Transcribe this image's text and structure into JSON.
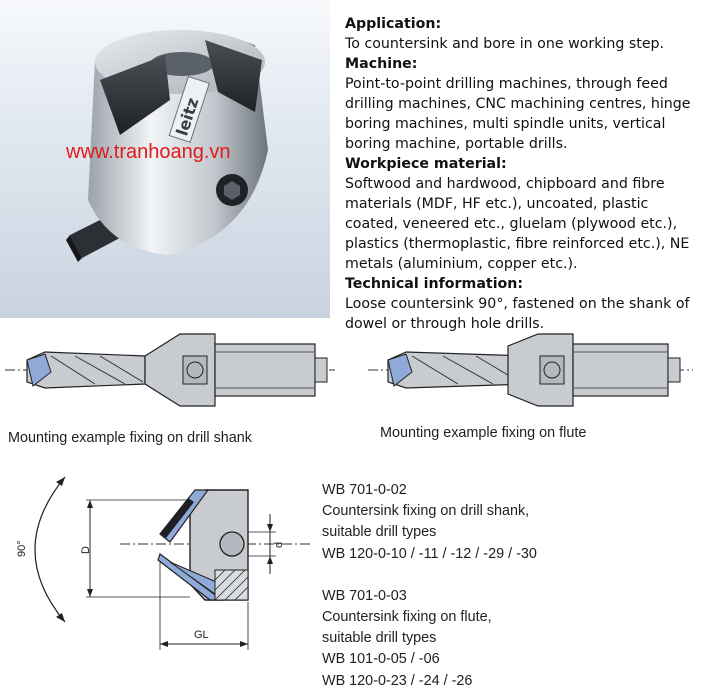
{
  "watermark": "www.tranhoang.vn",
  "logo_text": "leitz",
  "description": {
    "application_heading": "Application:",
    "application_text": "To countersink and bore in one working step.",
    "machine_heading": "Machine:",
    "machine_text": "Point-to-point drilling machines, through feed drilling machines, CNC machining centres, hinge boring machines, multi spindle units, vertical boring machine, portable drills.",
    "workpiece_heading": "Workpiece material:",
    "workpiece_text": "Softwood and hardwood, chipboard and fibre materials (MDF, HF etc.), uncoated, plastic coated, veneered etc., gluelam (plywood etc.), plastics (thermoplastic, fibre reinforced etc.), NE metals (aluminium, copper etc.).",
    "technical_heading": "Technical information:",
    "technical_text": "Loose countersink 90°, fastened on the shank of dowel or through hole drills."
  },
  "captions": {
    "shank": "Mounting example fixing on drill shank",
    "flute": "Mounting example fixing on flute"
  },
  "dimensions": {
    "angle": "90°",
    "d_upper": "D",
    "d_lower": "d",
    "gl": "GL"
  },
  "products": [
    {
      "code": "WB 701-0-02",
      "desc": "Countersink fixing on drill shank,",
      "sub": "suitable drill types",
      "types": [
        "WB 120-0-10 / -11 / -12 / -29 / -30"
      ]
    },
    {
      "code": "WB 701-0-03",
      "desc": "Countersink fixing on flute,",
      "sub": "suitable drill types",
      "types": [
        "WB 101-0-05 / -06",
        "WB 120-0-23 / -24 / -26"
      ]
    }
  ],
  "colors": {
    "blade_blue": "#8fa9d8",
    "body_grey": "#c8cbd0",
    "outline": "#222222",
    "watermark_red": "#e01b1b"
  }
}
